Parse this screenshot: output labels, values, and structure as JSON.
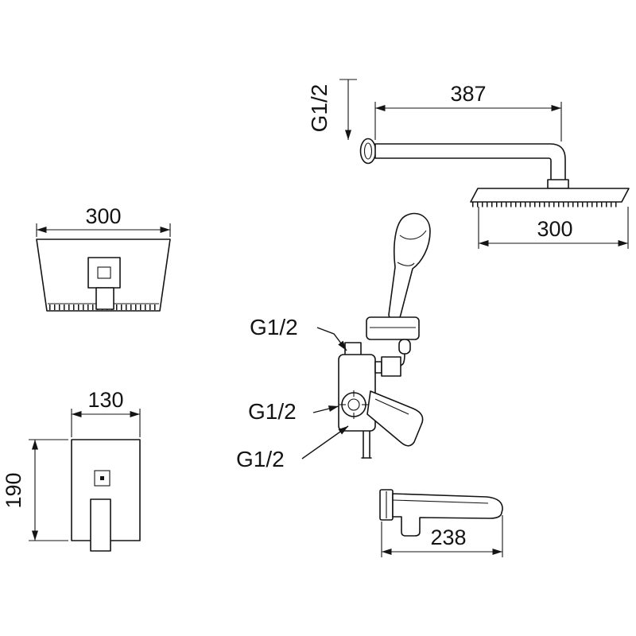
{
  "drawing": {
    "top": {
      "arm_length": "387",
      "wall_thread": "G1/2",
      "head_width": "300"
    },
    "left_head": {
      "width": "300"
    },
    "plate": {
      "width": "130",
      "height": "190"
    },
    "threads": {
      "top": "G1/2",
      "middle": "G1/2",
      "bottom": "G1/2"
    },
    "spout": {
      "length": "238"
    }
  }
}
